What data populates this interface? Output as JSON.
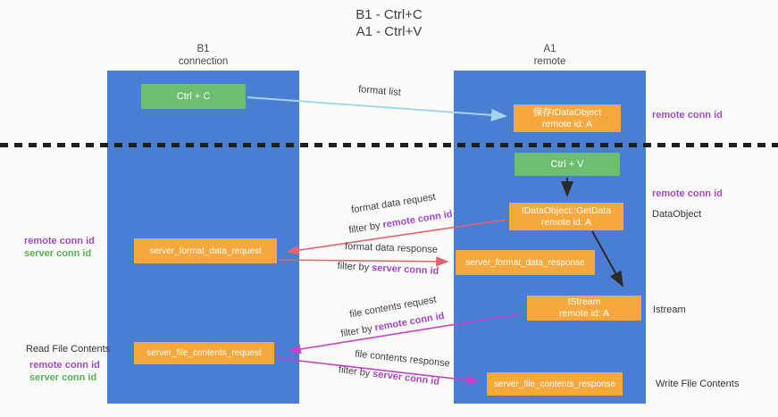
{
  "title": {
    "line1": "B1 - Ctrl+C",
    "line2": "A1 - Ctrl+V"
  },
  "colors": {
    "lane_blue": "#4a7ed3",
    "node_orange": "#f7a83c",
    "node_green": "#6ebe72",
    "arrow_light_blue": "#a6d4ef",
    "arrow_red": "#e5636e",
    "arrow_magenta": "#c940c9",
    "arrow_black": "#2a2a2a",
    "text_purple": "#a04ac8",
    "text_green": "#56b056"
  },
  "lanes": {
    "b1": {
      "header_line1": "B1",
      "header_line2": "connection"
    },
    "a1": {
      "header_line1": "A1",
      "header_line2": "remote"
    }
  },
  "nodes": {
    "ctrl_c": {
      "label": "Ctrl + C"
    },
    "save_idataobject": {
      "line1": "保存IDataObject",
      "line2": "remote id: A"
    },
    "ctrl_v": {
      "label": "Ctrl + V"
    },
    "getdata": {
      "line1": "IDataObject::GetData",
      "line2": "remote id: A"
    },
    "format_request": {
      "label": "server_format_data_request"
    },
    "format_response": {
      "label": "server_format_data_response"
    },
    "istream": {
      "line1": "IStream",
      "line2": "remote id: A"
    },
    "file_request": {
      "label": "server_file_contents_request"
    },
    "file_response": {
      "label": "server_file_contents_response"
    }
  },
  "messages": {
    "format_list": {
      "label": "format list"
    },
    "format_data_request": {
      "label": "format data request",
      "filter_prefix": "filter by",
      "filter_key": "remote conn id"
    },
    "format_data_response": {
      "label": "format data response",
      "filter_prefix": "filter by",
      "filter_key": "server conn id"
    },
    "file_contents_request": {
      "label": "file contents request",
      "filter_prefix": "filter by",
      "filter_key": "remote conn id"
    },
    "file_contents_response": {
      "label": "file contents response",
      "filter_prefix": "filter by",
      "filter_key": "server conn id"
    }
  },
  "annotations": {
    "right": {
      "remote_conn_id_top": "remote conn id",
      "remote_conn_id_mid": "remote conn id",
      "dataobject": "DataObject",
      "istream": "Istream",
      "write_file_contents": "Write File Contents"
    },
    "left": {
      "remote_conn_id_mid": "remote conn id",
      "server_conn_id_mid": "server conn id",
      "read_file_contents": "Read File Contents",
      "remote_conn_id_bottom": "remote conn id",
      "server_conn_id_bottom": "server conn id"
    }
  }
}
